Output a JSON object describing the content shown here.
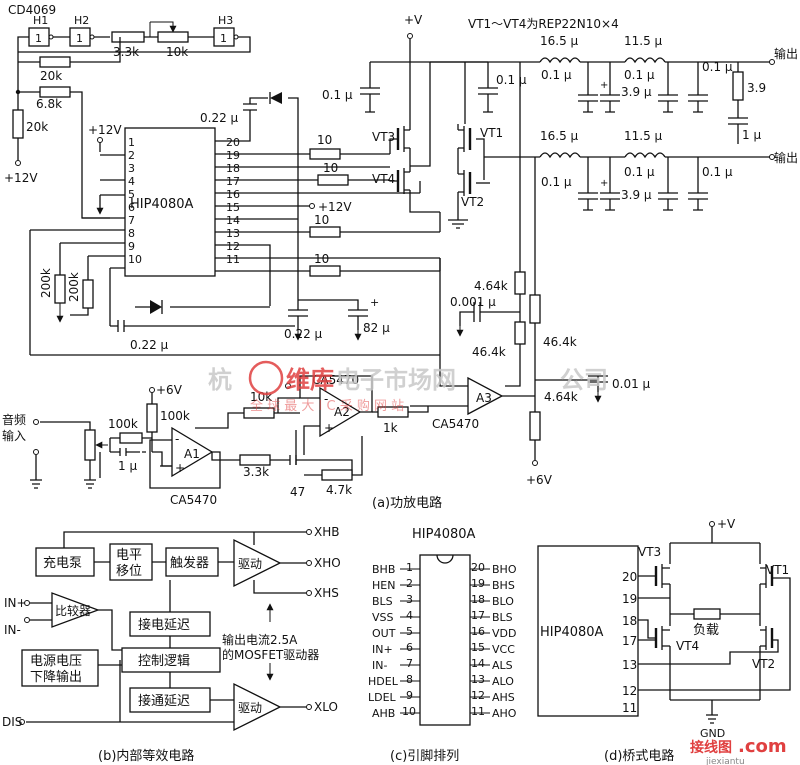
{
  "colors": {
    "ink": "#111111",
    "watermark_brand": "#e04040",
    "watermark_grey": "#c8c8c8"
  },
  "watermark": {
    "left_char": "杭",
    "brand": "维库",
    "site": "电子市场网",
    "tail": "公司",
    "line2": "全 球 最 大 I C 采 购 网 站"
  },
  "site_footer": {
    "logo_text": "接线图",
    "com": ".com",
    "small": "jiexiantu"
  },
  "circuit_a": {
    "ic_top": "CD4069",
    "gates": [
      "H1",
      "H2",
      "H3"
    ],
    "r_3k3": "3.3k",
    "pot_10k": "10k",
    "r_20k_fb": "20k",
    "r_6k8": "6.8k",
    "r_20k_bias": "20k",
    "vcc_left": "+12V",
    "vcc_pin2": "+12V",
    "vcc_pin16": "+12V",
    "cap_022_top": "0.22 μ",
    "ic_name": "HIP4080A",
    "left_pins": [
      "1",
      "2",
      "3",
      "4",
      "5",
      "6",
      "7",
      "8",
      "9",
      "10"
    ],
    "right_pins": [
      "20",
      "19",
      "18",
      "17",
      "16",
      "15",
      "14",
      "13",
      "12",
      "11"
    ],
    "gate_r": [
      "10",
      "10",
      "10",
      "10"
    ],
    "vplus": "+V",
    "cap_01_l": "0.1 μ",
    "cap_01_r": "0.1 μ",
    "mos": [
      "VT3",
      "VT1",
      "VT4",
      "VT2"
    ],
    "note": "VT1～VT4为REP22N10×4",
    "l1": "16.5 μ",
    "l2": "11.5 μ",
    "l3": "16.5 μ",
    "l4": "11.5 μ",
    "c_filter": [
      "0.1 μ",
      "0.1 μ",
      "0.1 μ",
      "0.1 μ",
      "0.1 μ",
      "0.1 μ"
    ],
    "c_39": [
      "3.9 μ",
      "3.9 μ"
    ],
    "r_load": "3.9",
    "c_1u": "1 μ",
    "out": [
      "输出",
      "输出"
    ],
    "r_200k": [
      "200k",
      "200k"
    ],
    "cap_022_b": "0.22 μ",
    "cap_022_c": "0.22 μ",
    "cap_82": "82 μ",
    "r_464a": "4.64k",
    "c_0001": "0.001 μ",
    "r_464b": "46.4k",
    "r_464c": "46.4k",
    "c_001": "0.01 μ",
    "r_464d": "4.64k",
    "plus6_top": "+6V",
    "plus6_bot": "+6V",
    "r_100k_a": "100k",
    "r_100k_b": "100k",
    "c_1u_in": "1 μ",
    "audio": [
      "音频",
      "输入"
    ],
    "r_10k": "10k",
    "r_1k": "1k",
    "r_3k3_b": "3.3k",
    "c_47": "47",
    "r_4k7": "4.7k",
    "amps": [
      "A1",
      "A2",
      "A3"
    ],
    "amp_parts": [
      "CA5470",
      "CA5470",
      "CA5470"
    ],
    "caption": "(a)功放电路"
  },
  "circuit_b": {
    "blocks": [
      "充电泵",
      "电平",
      "移位",
      "触发器",
      "驱动",
      "比较器",
      "接电延迟",
      "控制逻辑",
      "电源电压",
      "下降输出",
      "接通延迟",
      "驱动"
    ],
    "outputs": [
      "XHB",
      "XHO",
      "XHS",
      "XLO"
    ],
    "inputs": [
      "IN+",
      "IN-",
      "DIS"
    ],
    "note": [
      "输出电流2.5A",
      "的MOSFET驱动器"
    ],
    "caption": "(b)内部等效电路"
  },
  "circuit_c": {
    "title": "HIP4080A",
    "left_names": [
      "BHB",
      "HEN",
      "BLS",
      "VSS",
      "OUT",
      "IN+",
      "IN-",
      "HDEL",
      "LDEL",
      "AHB"
    ],
    "left_nums": [
      "1",
      "2",
      "3",
      "4",
      "5",
      "6",
      "7",
      "8",
      "9",
      "10"
    ],
    "right_nums": [
      "20",
      "19",
      "18",
      "17",
      "16",
      "15",
      "14",
      "13",
      "12",
      "11"
    ],
    "right_names": [
      "BHO",
      "BHS",
      "BLO",
      "BLS",
      "VDD",
      "VCC",
      "ALS",
      "ALO",
      "AHS",
      "AHO"
    ],
    "caption": "(c)引脚排列"
  },
  "circuit_d": {
    "ic": "HIP4080A",
    "vplus": "+V",
    "pins": [
      "20",
      "19",
      "18",
      "17",
      "13",
      "12",
      "11"
    ],
    "mos": [
      "VT3",
      "VT1",
      "VT4",
      "VT2"
    ],
    "load": "负载",
    "gnd": "GND",
    "caption": "(d)桥式电路"
  }
}
